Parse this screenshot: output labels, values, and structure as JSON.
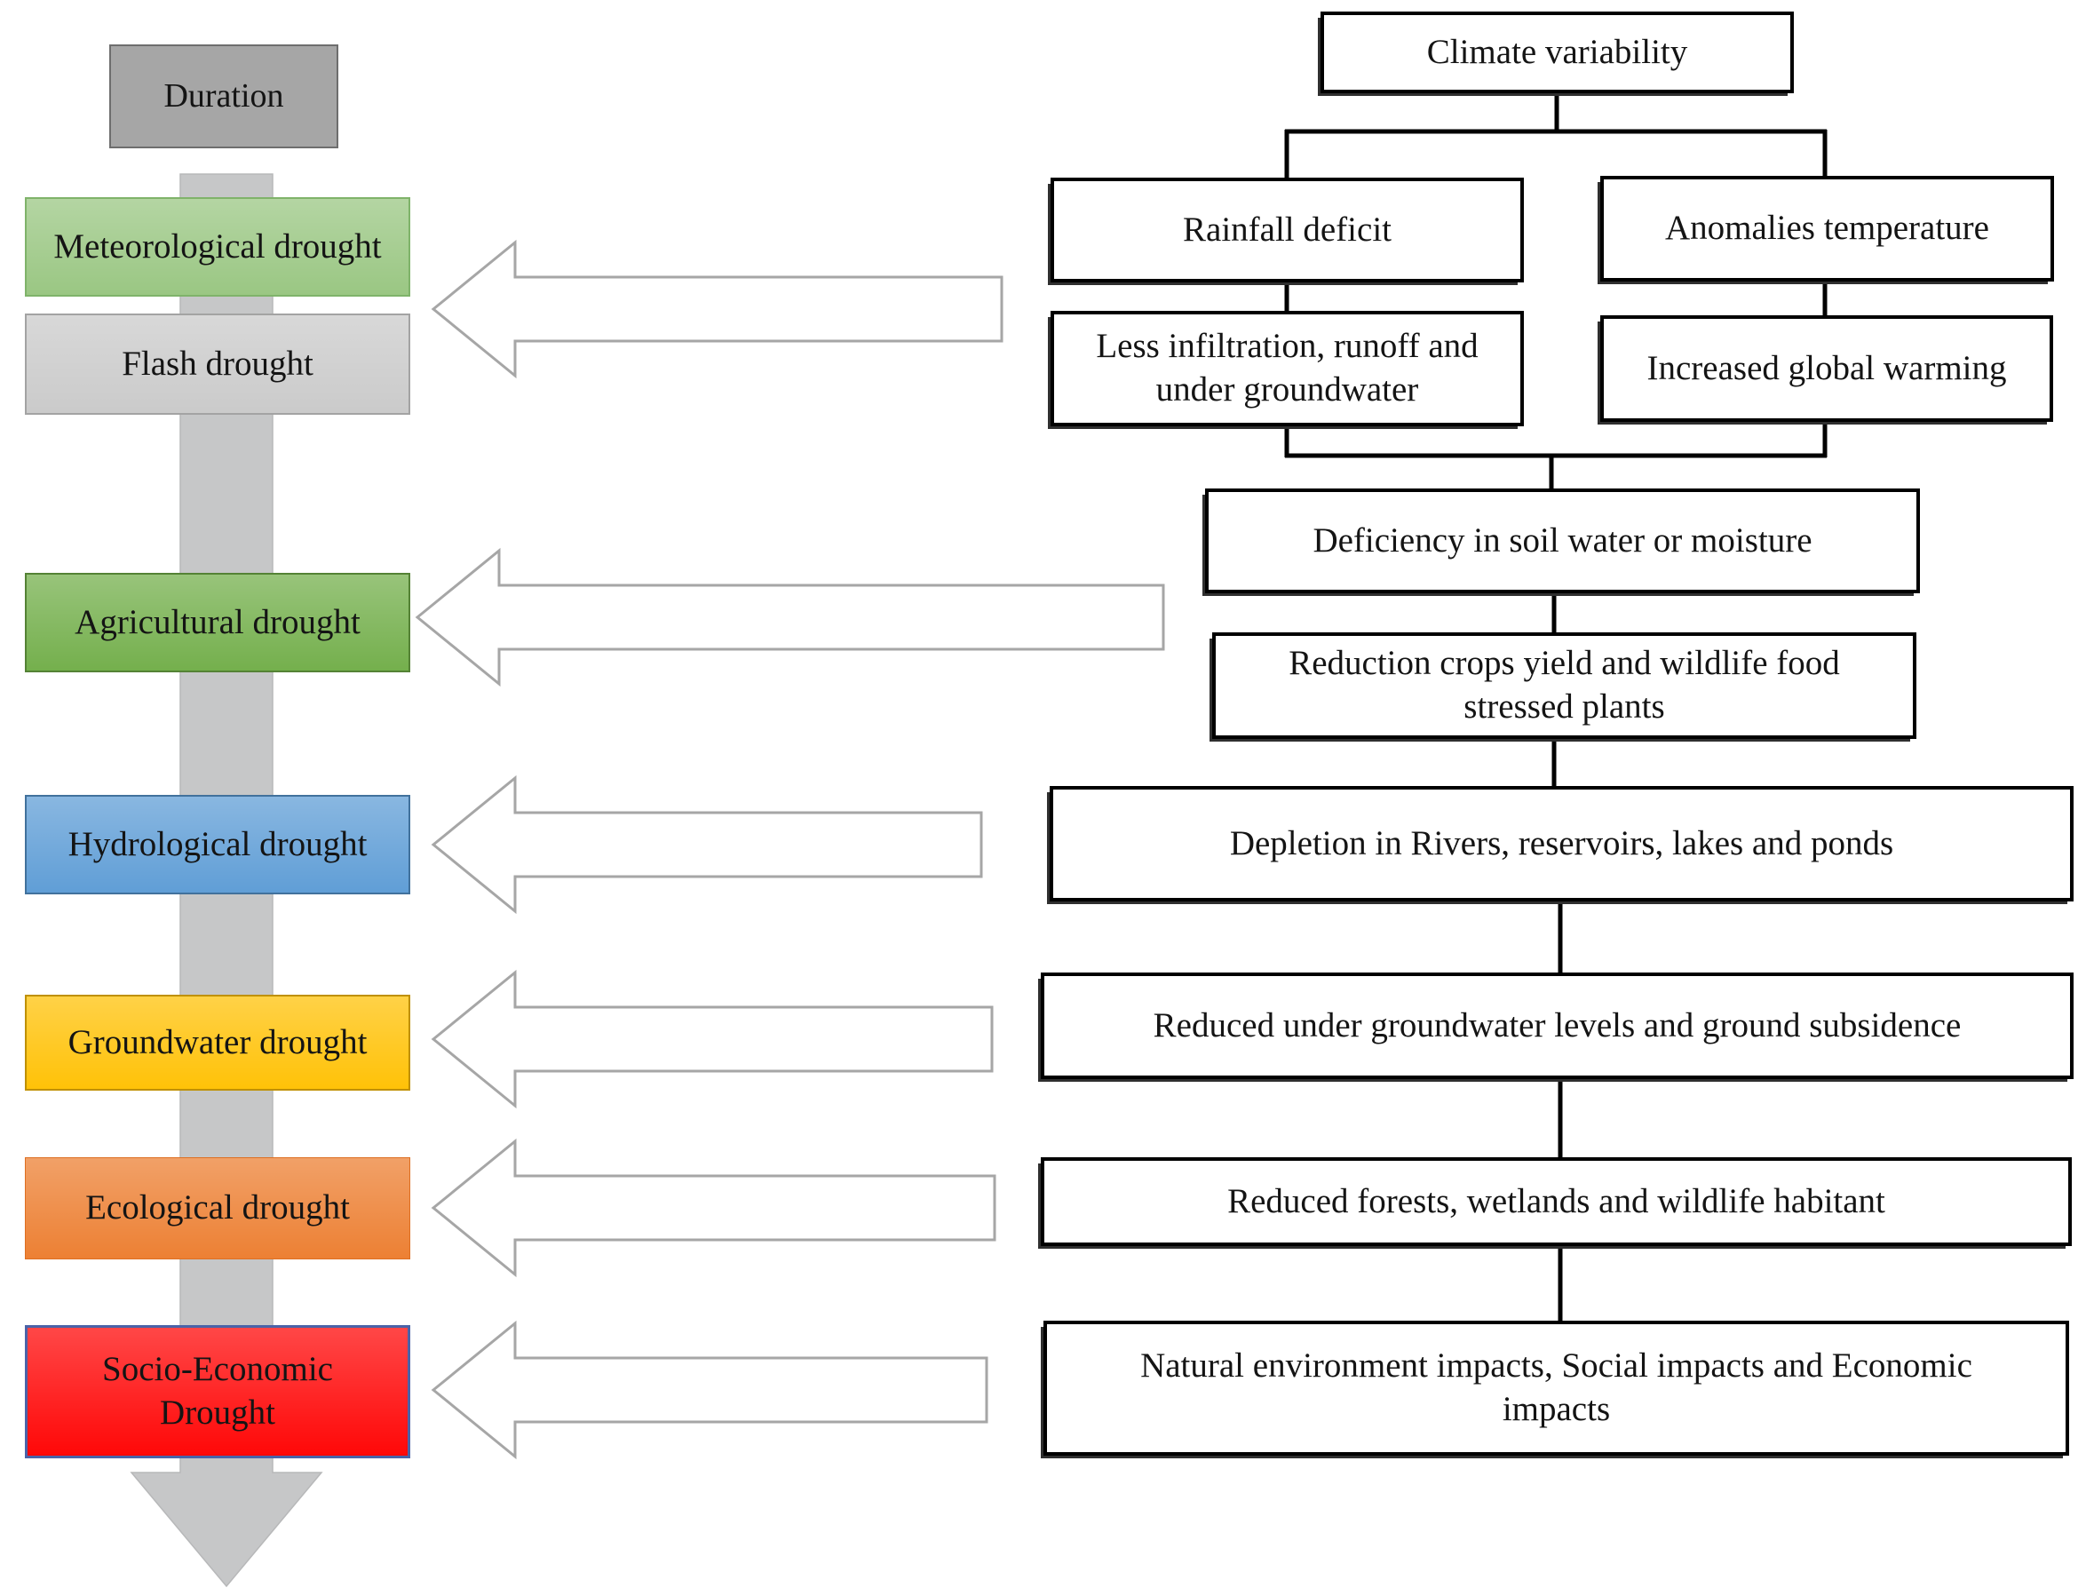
{
  "left_column": {
    "duration_label": "Duration",
    "boxes": [
      {
        "name": "meteorological",
        "label": "Meteorological drought",
        "fill": "#97c57f"
      },
      {
        "name": "flash",
        "label": "Flash drought",
        "fill": "#c9c9c9"
      },
      {
        "name": "agricultural",
        "label": "Agricultural drought",
        "fill": "#70ad47"
      },
      {
        "name": "hydrological",
        "label": "Hydrological drought",
        "fill": "#5b9bd5"
      },
      {
        "name": "groundwater",
        "label": "Groundwater drought",
        "fill": "#ffc000"
      },
      {
        "name": "ecological",
        "label": "Ecological drought",
        "fill": "#ec7c2d"
      },
      {
        "name": "socio_economic",
        "label": "Socio-Economic\nDrought",
        "fill": "#ff0000"
      }
    ]
  },
  "flow_column": {
    "boxes": [
      {
        "name": "climate_variability",
        "label": "Climate variability"
      },
      {
        "name": "rainfall_deficit",
        "label": "Rainfall deficit"
      },
      {
        "name": "anomalies_temperature",
        "label": "Anomalies temperature"
      },
      {
        "name": "less_infiltration",
        "label": "Less infiltration, runoff and\nunder groundwater"
      },
      {
        "name": "increased_global_warming",
        "label": "Increased global warming"
      },
      {
        "name": "deficiency_soil_moisture",
        "label": "Deficiency in soil water or moisture"
      },
      {
        "name": "reduction_crops_yield",
        "label": "Reduction crops yield and wildlife food\nstressed plants"
      },
      {
        "name": "depletion_rivers",
        "label": "Depletion in Rivers, reservoirs, lakes and ponds"
      },
      {
        "name": "reduced_groundwater",
        "label": "Reduced under groundwater levels and ground subsidence"
      },
      {
        "name": "reduced_forests",
        "label": "Reduced forests, wetlands and wildlife habitant"
      },
      {
        "name": "natural_impacts",
        "label": "Natural environment impacts, Social impacts and Economic\nimpacts"
      }
    ]
  },
  "icons": {
    "timeline_arrow": "down-arrow",
    "impact_arrows": "left-arrow"
  },
  "colors": {
    "duration_fill": "#a6a6a6",
    "duration_border": "#6e6e6e",
    "timeline_arrow_fill": "#c6c7c8",
    "hollow_arrow_outline": "#a6a6a6",
    "flow_box_bg": "#ffffff",
    "flow_box_border": "#000000",
    "socio_economic_border": "#4a63a8"
  }
}
